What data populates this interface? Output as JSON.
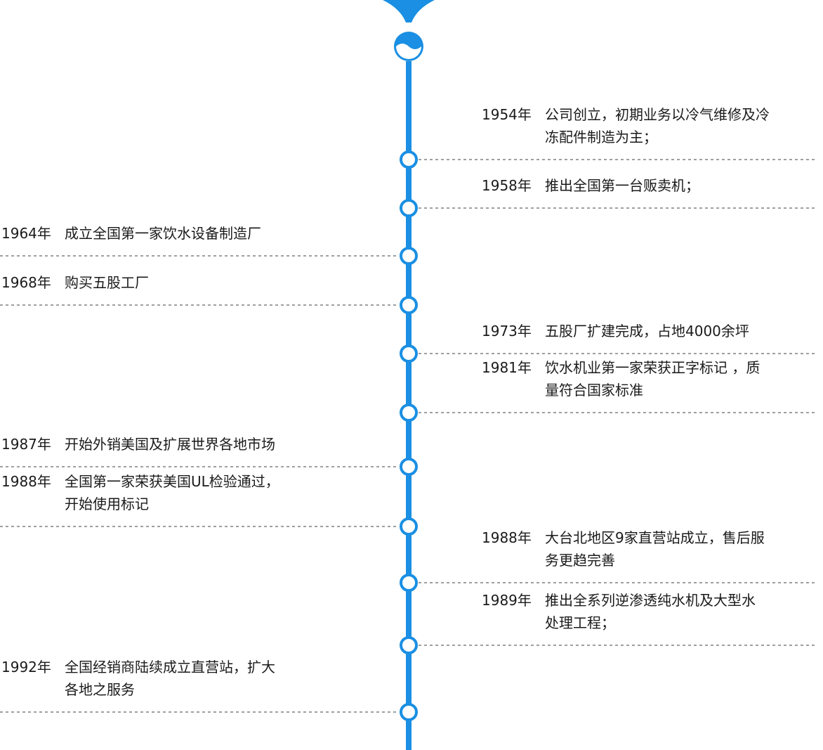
{
  "colors": {
    "line": "#1a8fe3",
    "node_fill": "#ffffff",
    "dash": "#666666",
    "text": "#1a1a1a"
  },
  "events": [
    {
      "year": "1954年",
      "lines": [
        "公司创立，初期业务以冷气维修及冷",
        "冻配件制造为主；"
      ],
      "side": "right"
    },
    {
      "year": "1958年",
      "lines": [
        "推出全国第一台贩卖机；"
      ],
      "side": "right"
    },
    {
      "year": "1964年",
      "lines": [
        "成立全国第一家饮水设备制造厂"
      ],
      "side": "left"
    },
    {
      "year": "1968年",
      "lines": [
        "购买五股工厂"
      ],
      "side": "left"
    },
    {
      "year": "1973年",
      "lines": [
        "五股厂扩建完成，占地4000余坪"
      ],
      "side": "right"
    },
    {
      "year": "1981年",
      "lines": [
        "饮水机业第一家荣获正字标记 ，质",
        "量符合国家标准"
      ],
      "side": "right"
    },
    {
      "year": "1987年",
      "lines": [
        "开始外销美国及扩展世界各地市场"
      ],
      "side": "left"
    },
    {
      "year": "1988年",
      "lines": [
        "全国第一家荣获美国UL检验通过，",
        "开始使用标记"
      ],
      "side": "left"
    },
    {
      "year": "1988年",
      "lines": [
        "大台北地区9家直营站成立，售后服",
        "务更趋完善"
      ],
      "side": "right"
    },
    {
      "year": "1989年",
      "lines": [
        "推出全系列逆渗透纯水机及大型水",
        "处理工程；"
      ],
      "side": "right"
    },
    {
      "year": "1992年",
      "lines": [
        "全国经销商陆续成立直营站，扩大",
        "各地之服务"
      ],
      "side": "left"
    }
  ]
}
